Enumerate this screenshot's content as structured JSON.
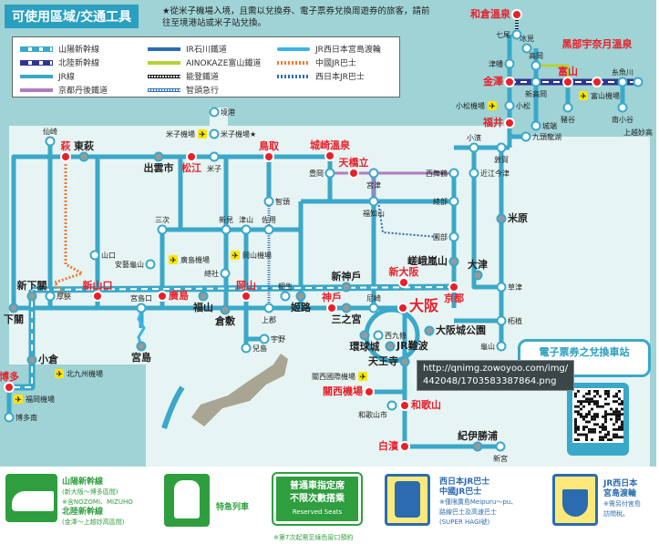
{
  "title": "可使用區域/交通工具",
  "note": "★從米子機場入境，且需以兌換券、電子票券兌換周遊券的旅客，請前往至境港站或米子站兌換。",
  "legend": [
    {
      "label": "山陽新幹線",
      "color": "#3aa8c8",
      "style": "shinkansen"
    },
    {
      "label": "北陸新幹線",
      "color": "#2e3590",
      "style": "shinkansen"
    },
    {
      "label": "JR線",
      "color": "#3aa8c8",
      "style": "solid"
    },
    {
      "label": "京都丹後鐵道",
      "color": "#b07cc0",
      "style": "solid"
    },
    {
      "label": "IR石川鐵道",
      "color": "#2b6cb0",
      "style": "solid"
    },
    {
      "label": "AINOKAZE富山鐵道",
      "color": "#b5d334",
      "style": "solid"
    },
    {
      "label": "能登鐵道",
      "color": "#111111",
      "style": "ticks"
    },
    {
      "label": "智頭急行",
      "color": "#2b6cb0",
      "style": "ticks"
    },
    {
      "label": "JR西日本宮島渡輪",
      "color": "#3ab4e8",
      "style": "wave"
    },
    {
      "label": "中國JR巴士",
      "color": "#f07a30",
      "style": "dotted"
    },
    {
      "label": "西日本JR巴士",
      "color": "#2b6cb0",
      "style": "dotted"
    }
  ],
  "colors": {
    "jr": "#3aa8c8",
    "major": "#e8202a",
    "minor": "#999999",
    "sea": "#9fd3d6",
    "land": "#e7f4f4"
  },
  "stations": [
    {
      "name": "和倉溫泉",
      "type": "major"
    },
    {
      "name": "七尾",
      "type": "plain"
    },
    {
      "name": "冰見",
      "type": "plain"
    },
    {
      "name": "津幡",
      "type": "plain"
    },
    {
      "name": "高岡",
      "type": "plain"
    },
    {
      "name": "金澤",
      "type": "major"
    },
    {
      "name": "新高岡",
      "type": "plain"
    },
    {
      "name": "富山",
      "type": "major"
    },
    {
      "name": "黑部宇奈月溫泉",
      "type": "major"
    },
    {
      "name": "糸魚川",
      "type": "plain"
    },
    {
      "name": "上越妙高",
      "type": "plain"
    },
    {
      "name": "豬谷",
      "type": "plain"
    },
    {
      "name": "南小谷",
      "type": "plain"
    },
    {
      "name": "小松",
      "type": "plain"
    },
    {
      "name": "福井",
      "type": "major"
    },
    {
      "name": "城端",
      "type": "plain"
    },
    {
      "name": "九頭龍湖",
      "type": "plain"
    },
    {
      "name": "小濱",
      "type": "plain"
    },
    {
      "name": "敦賀",
      "type": "plain"
    },
    {
      "name": "近江今津",
      "type": "plain"
    },
    {
      "name": "米原",
      "type": "minor"
    },
    {
      "name": "西舞鶴",
      "type": "plain"
    },
    {
      "name": "宮津",
      "type": "plain"
    },
    {
      "name": "天橋立",
      "type": "major"
    },
    {
      "name": "豊岡",
      "type": "plain"
    },
    {
      "name": "城崎溫泉",
      "type": "major"
    },
    {
      "name": "綾部",
      "type": "plain"
    },
    {
      "name": "福知山",
      "type": "plain"
    },
    {
      "name": "園部",
      "type": "plain"
    },
    {
      "name": "嵯峨嵐山",
      "type": "minor"
    },
    {
      "name": "大津",
      "type": "minor"
    },
    {
      "name": "草津",
      "type": "plain"
    },
    {
      "name": "京都",
      "type": "major"
    },
    {
      "name": "柘植",
      "type": "plain"
    },
    {
      "name": "龜山",
      "type": "plain"
    },
    {
      "name": "新大阪",
      "type": "major"
    },
    {
      "name": "大阪",
      "type": "major"
    },
    {
      "name": "尼崎",
      "type": "plain"
    },
    {
      "name": "神戶",
      "type": "major"
    },
    {
      "name": "三之宮",
      "type": "minor"
    },
    {
      "name": "新神戶",
      "type": "minor"
    },
    {
      "name": "姬路",
      "type": "minor"
    },
    {
      "name": "相生",
      "type": "plain"
    },
    {
      "name": "大阪城公園",
      "type": "minor"
    },
    {
      "name": "西九條",
      "type": "plain"
    },
    {
      "name": "環球城",
      "type": "minor"
    },
    {
      "name": "JR難波",
      "type": "minor"
    },
    {
      "name": "天王寺",
      "type": "minor"
    },
    {
      "name": "關西機場",
      "type": "major"
    },
    {
      "name": "和歌山",
      "type": "major"
    },
    {
      "name": "和歌山市",
      "type": "plain"
    },
    {
      "name": "白濱",
      "type": "major"
    },
    {
      "name": "紀伊勝浦",
      "type": "minor"
    },
    {
      "name": "新宮",
      "type": "plain"
    },
    {
      "name": "岡山",
      "type": "major"
    },
    {
      "name": "倉敷",
      "type": "minor"
    },
    {
      "name": "福山",
      "type": "minor"
    },
    {
      "name": "廣島",
      "type": "major"
    },
    {
      "name": "宮島口",
      "type": "plain"
    },
    {
      "name": "宮島",
      "type": "minor"
    },
    {
      "name": "新山口",
      "type": "major"
    },
    {
      "name": "厚狹",
      "type": "plain"
    },
    {
      "name": "新下關",
      "type": "minor"
    },
    {
      "name": "下關",
      "type": "minor"
    },
    {
      "name": "小倉",
      "type": "minor"
    },
    {
      "name": "博多",
      "type": "major"
    },
    {
      "name": "博多南",
      "type": "plain"
    },
    {
      "name": "萩",
      "type": "major"
    },
    {
      "name": "東萩",
      "type": "minor"
    },
    {
      "name": "仙崎",
      "type": "plain"
    },
    {
      "name": "出雲市",
      "type": "minor"
    },
    {
      "name": "松江",
      "type": "major"
    },
    {
      "name": "米子",
      "type": "plain"
    },
    {
      "name": "米子機場★",
      "type": "plain"
    },
    {
      "name": "境港",
      "type": "plain"
    },
    {
      "name": "鳥取",
      "type": "major"
    },
    {
      "name": "智頭",
      "type": "plain"
    },
    {
      "name": "佐用",
      "type": "plain"
    },
    {
      "name": "津山",
      "type": "plain"
    },
    {
      "name": "新見",
      "type": "plain"
    },
    {
      "name": "三次",
      "type": "plain"
    },
    {
      "name": "安藝龜山",
      "type": "plain"
    },
    {
      "name": "山口",
      "type": "plain"
    },
    {
      "name": "總社",
      "type": "plain"
    },
    {
      "name": "上郡",
      "type": "plain"
    },
    {
      "name": "宇野",
      "type": "plain"
    },
    {
      "name": "兒島",
      "type": "plain"
    }
  ],
  "airports": [
    "富山機場",
    "小松機場",
    "米子機場",
    "廣島機場",
    "岡山機場",
    "北九州機場",
    "福岡機場",
    "關西國際機場"
  ],
  "tooltip": {
    "line1": "http://qnimg.zowoyoo.com/img/",
    "line2": "442048/1703583387864.png"
  },
  "bubble": "電子票券之兌換車站",
  "bottom": {
    "shinkansen_title1": "山陽新幹線",
    "shinkansen_sub1": "(新大阪～博多區間)",
    "shinkansen_note": "※含NOZOMI、MIZUHO",
    "shinkansen_title2": "北陸新幹線",
    "shinkansen_sub2": "(金澤～上越妙高區間)",
    "express": "特急列車",
    "reserved1": "普通車指定席",
    "reserved2": "不限次數搭乘",
    "reserved3": "Reserved Seats",
    "reserved_note": "※第7次起需至綠色窗口預約",
    "bus_title1": "西日本JR巴士",
    "bus_title2": "中國JR巴士",
    "bus_note1": "※僅限廣島Meipuru～pu、",
    "bus_note2": "路線巴士及高速巴士",
    "bus_note3": "(SUPER HAGI號)",
    "ferry_title1": "JR西日本",
    "ferry_title2": "宮島渡輪",
    "ferry_note1": "※需另付宮島",
    "ferry_note2": "訪問稅。"
  }
}
